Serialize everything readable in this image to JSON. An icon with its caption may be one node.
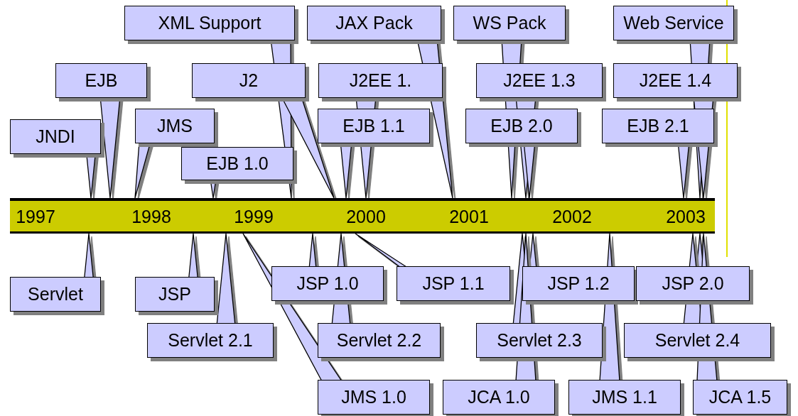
{
  "diagram": {
    "nodes": [
      {
        "text": [
          "XML Support"
        ]
      },
      {
        "text": [
          "JAX Pack"
        ]
      },
      {
        "text": [
          "WS Pack"
        ]
      },
      {
        "text": [
          "Web Service"
        ]
      },
      {
        "text": [
          "EJB"
        ]
      },
      {
        "text": [
          "J2"
        ]
      },
      {
        "text": [
          "J2EE 1."
        ]
      },
      {
        "text": [
          "J2EE 1.3"
        ]
      },
      {
        "text": [
          "J2EE 1.4"
        ]
      },
      {
        "text": [
          "JNDI"
        ]
      },
      {
        "text": [
          "JMS"
        ]
      },
      {
        "text": [
          "EJB 1.1"
        ]
      },
      {
        "text": [
          "EJB 2.0"
        ]
      },
      {
        "text": [
          "EJB 2.1"
        ]
      },
      {
        "text": [
          "EJB 1.0"
        ]
      },
      {
        "text": [],
        "shape": "bar"
      },
      {
        "text": [
          "Servlet"
        ]
      },
      {
        "text": [
          "JSP"
        ]
      },
      {
        "text": [
          "JSP 1.0"
        ]
      },
      {
        "text": [
          "JSP 1.1"
        ]
      },
      {
        "text": [
          "JSP 1.2"
        ]
      },
      {
        "text": [
          "JSP 2.0"
        ]
      },
      {
        "text": [
          "Servlet 2.1"
        ]
      },
      {
        "text": [
          "Servlet 2.2"
        ]
      },
      {
        "text": [
          "Servlet 2.3"
        ]
      },
      {
        "text": [
          "Servlet 2.4"
        ]
      },
      {
        "text": [
          "JMS 1.0"
        ]
      },
      {
        "text": [
          "JCA 1.0"
        ]
      },
      {
        "text": [
          "JMS 1.1"
        ]
      },
      {
        "text": [
          "JCA 1.5"
        ]
      }
    ],
    "edges": [
      {
        "from": 0,
        "to": 15,
        "arrow": "none"
      },
      {
        "from": 1,
        "to": 15,
        "arrow": "none"
      },
      {
        "from": 2,
        "to": 15,
        "arrow": "none"
      },
      {
        "from": 3,
        "to": 15,
        "arrow": "none"
      },
      {
        "from": 4,
        "to": 15,
        "arrow": "none"
      },
      {
        "from": 5,
        "to": 15,
        "arrow": "none"
      },
      {
        "from": 6,
        "to": 15,
        "arrow": "none"
      },
      {
        "from": 7,
        "to": 15,
        "arrow": "none"
      },
      {
        "from": 8,
        "to": 15,
        "arrow": "none"
      },
      {
        "from": 9,
        "to": 15,
        "arrow": "none"
      },
      {
        "from": 10,
        "to": 15,
        "arrow": "none"
      },
      {
        "from": 11,
        "to": 15,
        "arrow": "none"
      },
      {
        "from": 12,
        "to": 15,
        "arrow": "none"
      },
      {
        "from": 13,
        "to": 15,
        "arrow": "none"
      },
      {
        "from": 14,
        "to": 15,
        "arrow": "none"
      },
      {
        "from": 16,
        "to": 15,
        "arrow": "none"
      },
      {
        "from": 17,
        "to": 15,
        "arrow": "none"
      },
      {
        "from": 18,
        "to": 15,
        "arrow": "none"
      },
      {
        "from": 19,
        "to": 15,
        "arrow": "none"
      },
      {
        "from": 20,
        "to": 15,
        "arrow": "none"
      },
      {
        "from": 21,
        "to": 15,
        "arrow": "none"
      },
      {
        "from": 22,
        "to": 15,
        "arrow": "none"
      },
      {
        "from": 23,
        "to": 15,
        "arrow": "none"
      },
      {
        "from": 24,
        "to": 15,
        "arrow": "none"
      },
      {
        "from": 25,
        "to": 15,
        "arrow": "none"
      },
      {
        "from": 26,
        "to": 15,
        "arrow": "none"
      },
      {
        "from": 27,
        "to": 15,
        "arrow": "none"
      },
      {
        "from": 28,
        "to": 15,
        "arrow": "none"
      },
      {
        "from": 29,
        "to": 15,
        "arrow": "none"
      }
    ],
    "labels": [
      "1997",
      "1998",
      "1999",
      "2000",
      "2001",
      "2002",
      "2003"
    ]
  }
}
